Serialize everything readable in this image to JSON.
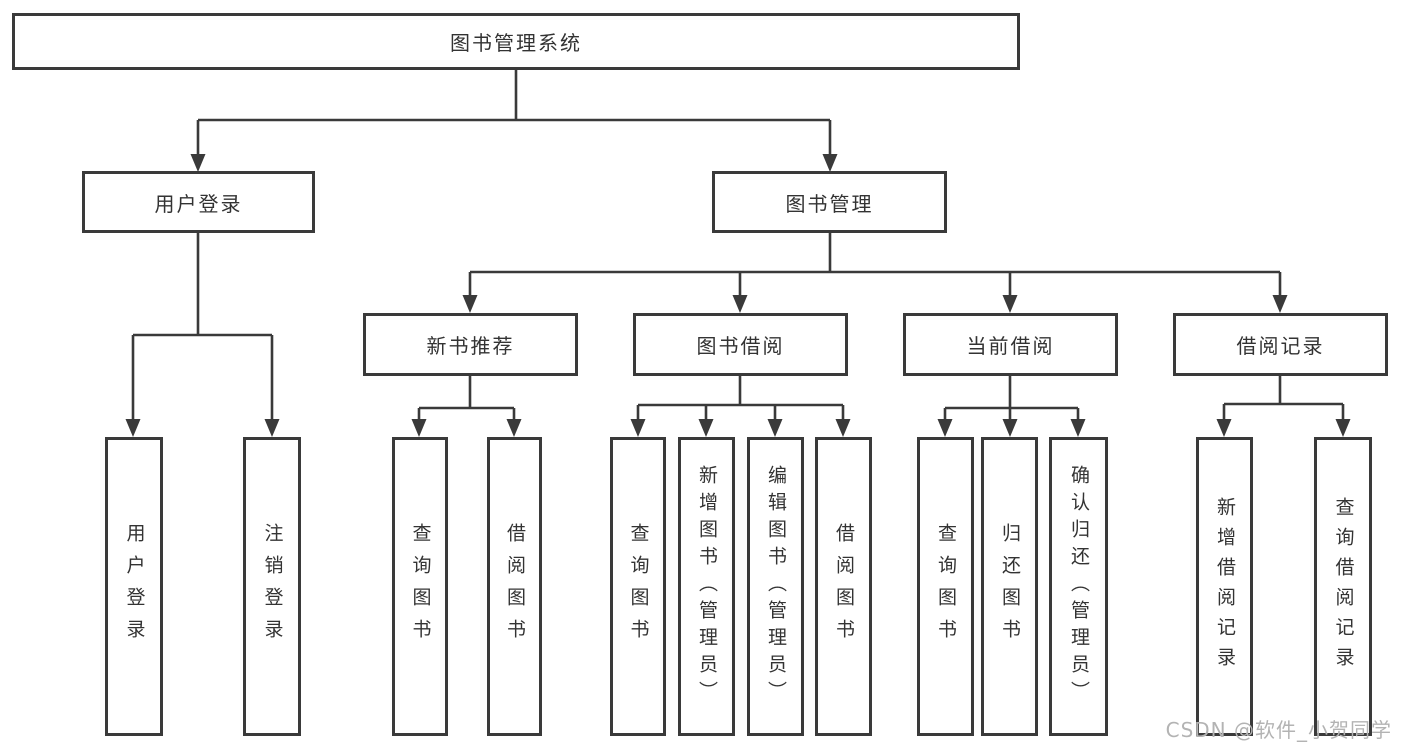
{
  "colors": {
    "line": "#3a3a3a",
    "box_fill": "#ffffff",
    "text": "#333333",
    "watermark": "#b3b3b3"
  },
  "watermark": "CSDN @软件_小贺同学",
  "tree": {
    "root": {
      "label": "图书管理系统"
    },
    "branches": [
      {
        "label": "用户登录",
        "leaves": [
          {
            "label": "用户登录"
          },
          {
            "label": "注销登录"
          }
        ]
      },
      {
        "label": "图书管理",
        "groups": [
          {
            "label": "新书推荐",
            "leaves": [
              {
                "label": "查询图书"
              },
              {
                "label": "借阅图书"
              }
            ]
          },
          {
            "label": "图书借阅",
            "leaves": [
              {
                "label": "查询图书"
              },
              {
                "label": "新增图书（管理员）"
              },
              {
                "label": "编辑图书（管理员）"
              },
              {
                "label": "借阅图书"
              }
            ]
          },
          {
            "label": "当前借阅",
            "leaves": [
              {
                "label": "查询图书"
              },
              {
                "label": "归还图书"
              },
              {
                "label": "确认归还（管理员）"
              }
            ]
          },
          {
            "label": "借阅记录",
            "leaves": [
              {
                "label": "新增借阅记录"
              },
              {
                "label": "查询借阅记录"
              }
            ]
          }
        ]
      }
    ]
  }
}
